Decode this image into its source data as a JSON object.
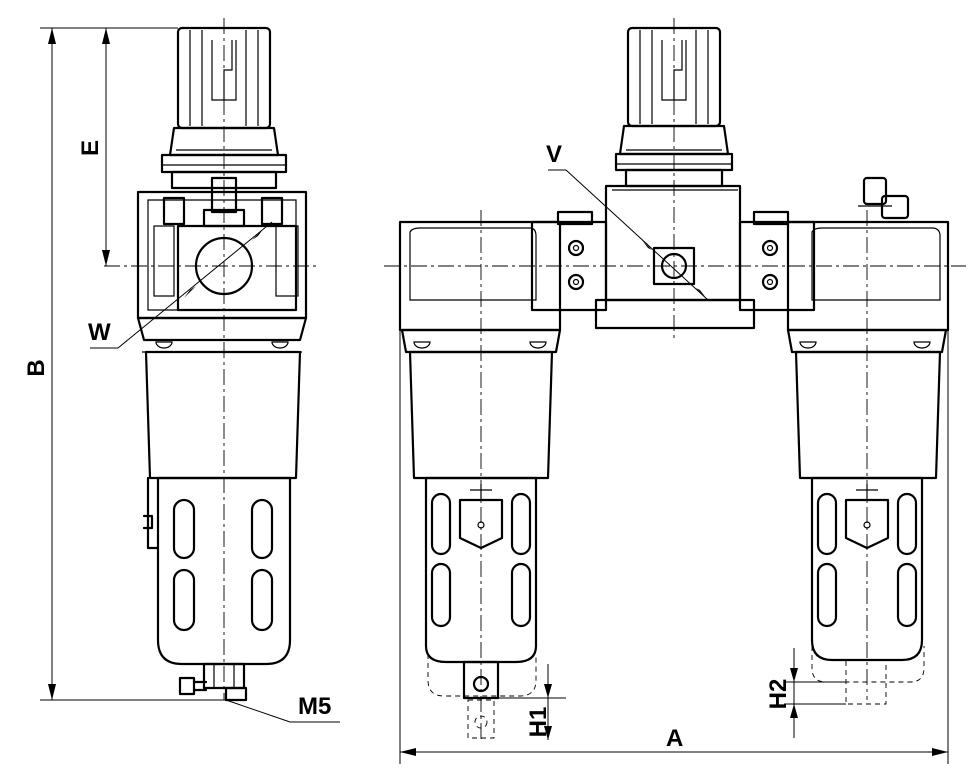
{
  "dimensions": {
    "A": "A",
    "B": "B",
    "E": "E",
    "H1": "H1",
    "H2": "H2"
  },
  "callouts": {
    "W": "W",
    "V": "V",
    "M5": "M5"
  },
  "colors": {
    "line": "#000000",
    "background": "#ffffff"
  }
}
